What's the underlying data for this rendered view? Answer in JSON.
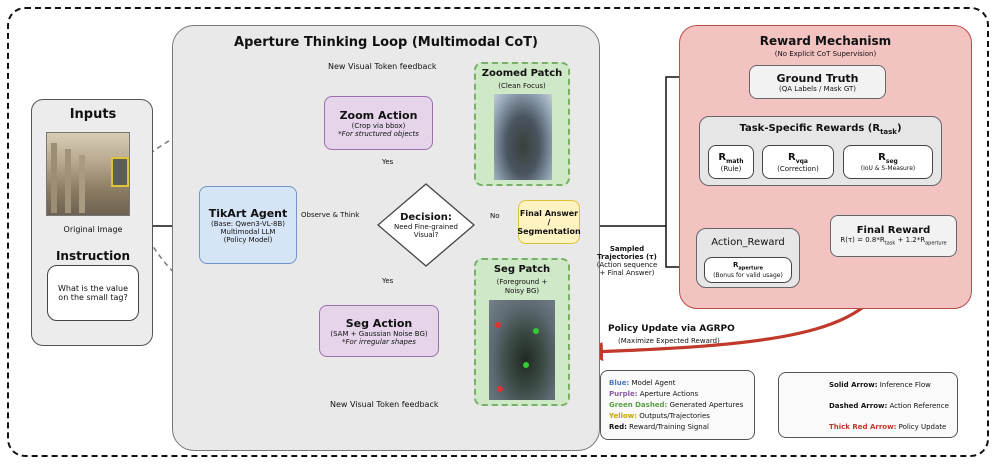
{
  "inputs": {
    "title": "Inputs",
    "image_caption": "Original Image",
    "instruction_title": "Instruction",
    "instruction_text": "What is the value on the small tag?"
  },
  "loop": {
    "title": "Aperture Thinking Loop (Multimodal CoT)",
    "feedback_top": "New Visual Token feedback",
    "feedback_bottom": "New Visual Token feedback",
    "zoom_patch_title": "Zoomed Patch",
    "zoom_patch_sub": "(Clean Focus)",
    "zoom_action_title": "Zoom Action",
    "zoom_action_sub": "(Crop via bbox)",
    "zoom_action_note": "*For structured objects",
    "agent_title": "TikArt Agent",
    "agent_base": "(Base: Qwen3-VL-8B)",
    "agent_llm": "Multimodal LLM",
    "agent_policy": "(Policy Model)",
    "observe_label": "Observe & Think",
    "decision_title": "Decision:",
    "decision_q": "Need Fine-grained Visual?",
    "yes_top": "Yes",
    "yes_bottom": "Yes",
    "no_label": "No",
    "seg_action_title": "Seg Action",
    "seg_action_sub": "(SAM + Gaussian Noise BG)",
    "seg_action_note": "*For irregular shapes",
    "seg_patch_title": "Seg Patch",
    "seg_patch_sub1": "(Foreground +",
    "seg_patch_sub2": "Noisy BG)",
    "final_answer_l1": "Final Answer /",
    "final_answer_l2": "Segmentation"
  },
  "trajectories": {
    "l1": "Sampled",
    "l2": "Trajectories (τ)",
    "l3": "(Action sequence",
    "l4": "+ Final Answer)"
  },
  "reward": {
    "title": "Reward Mechanism",
    "subtitle": "(No Explicit CoT Supervision)",
    "gt_title": "Ground Truth",
    "gt_sub": "(QA Labels / Mask GT)",
    "task_title_main": "Task-Specific Rewards (R",
    "task_title_sub": "task",
    "task_title_end": ")",
    "math_main": "R",
    "math_sub": "math",
    "math_desc": "(Rule)",
    "vqa_main": "R",
    "vqa_sub": "vqa",
    "vqa_desc": "(Correction)",
    "seg_main": "R",
    "seg_sub": "seg",
    "seg_desc": "(IoU & S-Measure)",
    "action_title": "Action_Reward",
    "aperture_main": "R",
    "aperture_sub": "aperture",
    "aperture_desc": "(Bonus for valid usage)",
    "final_title": "Final Reward",
    "formula_a": "R(τ) = 0.8*R",
    "formula_b": "task",
    "formula_c": " + 1.2*R",
    "formula_d": "aperture"
  },
  "policy": {
    "title": "Policy Update via AGRPO",
    "sub": "(Maximize Expected Reward)"
  },
  "legend_colors": {
    "items": [
      {
        "key": "Blue:",
        "text": " Model Agent",
        "color": "#4a78c2"
      },
      {
        "key": "Purple:",
        "text": " Aperture Actions",
        "color": "#8e5aa8"
      },
      {
        "key": "Green Dashed:",
        "text": " Generated Apertures",
        "color": "#5aa046"
      },
      {
        "key": "Yellow:",
        "text": " Outputs/Trajectories",
        "color": "#c9a300"
      },
      {
        "key": "Red:",
        "text": " Reward/Training Signal",
        "color": "#111111"
      }
    ]
  },
  "legend_arrows": {
    "solid_key": "Solid Arrow:",
    "solid_text": " Inference Flow",
    "dashed_key": "Dashed Arrow:",
    "dashed_text": " Action Reference",
    "red_key": "Thick Red Arrow:",
    "red_text": " Policy Update",
    "red_color": "#c0392b"
  }
}
